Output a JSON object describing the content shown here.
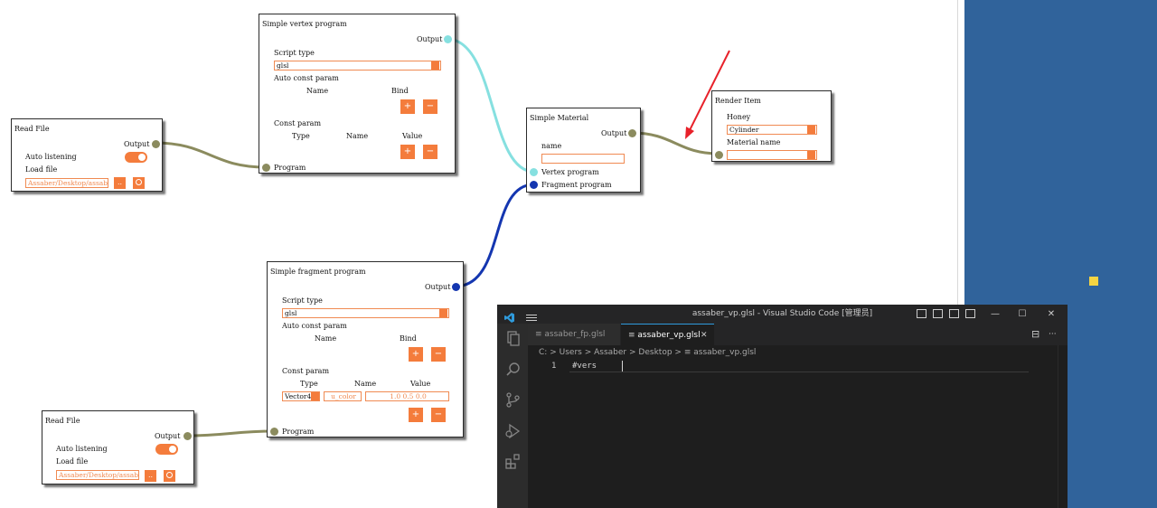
{
  "graph": {
    "read_file_1": {
      "title": "Read File",
      "output_label": "Output",
      "auto_listening_label": "Auto listening",
      "load_file_label": "Load file",
      "path_value": "Assaber/Desktop/assabe",
      "browse_label": "..",
      "reload_icon": "circle-icon"
    },
    "read_file_2": {
      "title": "Read File",
      "output_label": "Output",
      "auto_listening_label": "Auto listening",
      "load_file_label": "Load file",
      "path_value": "Assaber/Desktop/assabe",
      "browse_label": "..",
      "reload_icon": "circle-icon"
    },
    "vertex_program": {
      "title": "Simple vertex program",
      "output_label": "Output",
      "script_type_label": "Script type",
      "script_type_value": "glsl",
      "auto_const_label": "Auto const param",
      "name_col": "Name",
      "bind_col": "Bind",
      "const_param_label": "Const param",
      "type_col": "Type",
      "name_col2": "Name",
      "value_col": "Value",
      "add_label": "+",
      "remove_label": "−",
      "program_label": "Program"
    },
    "fragment_program": {
      "title": "Simple fragment program",
      "output_label": "Output",
      "script_type_label": "Script type",
      "script_type_value": "glsl",
      "auto_const_label": "Auto const param",
      "name_col": "Name",
      "bind_col": "Bind",
      "const_param_label": "Const param",
      "type_col": "Type",
      "name_col2": "Name",
      "value_col": "Value",
      "param_type_value": "Vector4",
      "param_name_value": "u_color",
      "param_value_value": "1.0 0.5 0.0",
      "add_label": "+",
      "remove_label": "−",
      "program_label": "Program"
    },
    "material": {
      "title": "Simple Material",
      "output_label": "Output",
      "name_label": "name",
      "name_value": "",
      "vertex_label": "Vertex program",
      "fragment_label": "Fragment program"
    },
    "render_item": {
      "title": "Render Item",
      "honey_label": "Honey",
      "honey_value": "Cylinder",
      "material_name_label": "Material name",
      "material_name_value": ""
    }
  },
  "colors": {
    "olive_link": "#8b8b5e",
    "cyan_link": "#86e0e0",
    "blue_link": "#1436b0",
    "accent_orange": "#f47c3c",
    "annotation_arrow": "#e8212a",
    "desktop_blue": "#30639b"
  },
  "vscode": {
    "window_title": "assaber_vp.glsl - Visual Studio Code [管理员]",
    "minimize": "—",
    "maximize": "☐",
    "close": "✕",
    "tabs": [
      {
        "label": "assaber_fp.glsl",
        "active": false
      },
      {
        "label": "assaber_vp.glsl",
        "active": true,
        "close_label": "✕"
      }
    ],
    "breadcrumb": [
      "C:",
      "Users",
      "Assaber",
      "Desktop",
      "assaber_vp.glsl"
    ],
    "breadcrumb_sep": ">",
    "line_number": "1",
    "code_line": "#vers",
    "split_icon": "⊟",
    "more_icon": "···",
    "activity_icons": [
      "explorer-icon",
      "search-icon",
      "source-control-icon",
      "run-debug-icon",
      "extensions-icon"
    ]
  }
}
